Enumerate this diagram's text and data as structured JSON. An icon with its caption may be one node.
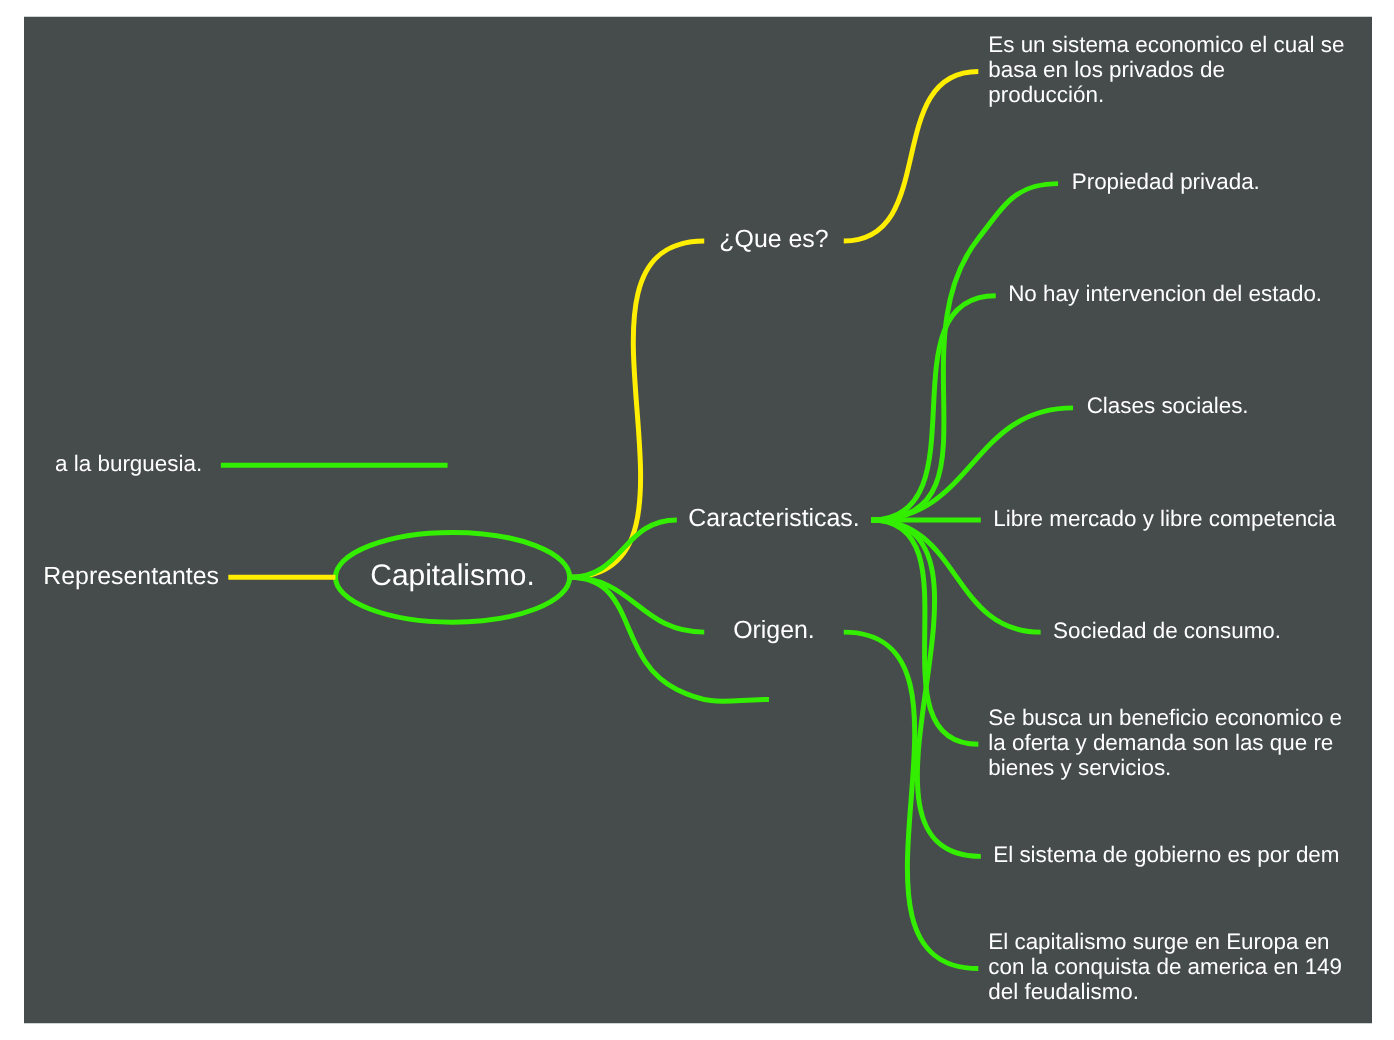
{
  "diagram": {
    "nodes": [
      {
        "text": [
          "Capitalismo."
        ]
      },
      {
        "text": [
          "¿Que es?"
        ]
      },
      {
        "text": [
          "Es un sistema economico el cual se basa en los privados de producción."
        ]
      },
      {
        "text": [
          "Caracteristicas."
        ]
      },
      {
        "text": [
          "Propiedad privada."
        ]
      },
      {
        "text": [
          "No hay intervencion del estado."
        ]
      },
      {
        "text": [
          "Clases sociales."
        ]
      },
      {
        "text": [
          "Libre mercado y libre competencia"
        ]
      },
      {
        "text": [
          "Sociedad de consumo."
        ]
      },
      {
        "text": [
          "Se busca un beneficio economico e la oferta y demanda son las que re bienes y servicios."
        ]
      },
      {
        "text": [
          "El sistema de gobierno es por dem"
        ]
      },
      {
        "text": [
          "Origen."
        ]
      },
      {
        "text": [
          "El capitalismo surge en Europa en con la conquista de america en 149 del feudalismo."
        ]
      },
      {
        "text": [
          "Representantes"
        ]
      },
      {
        "text": [
          "a la burguesia."
        ]
      }
    ],
    "edges": [
      {
        "from": 0,
        "to": 1,
        "arrow": "none",
        "color": "#ffee00"
      },
      {
        "from": 1,
        "to": 2,
        "arrow": "none",
        "color": "#ffee00"
      },
      {
        "from": 0,
        "to": 3,
        "arrow": "none"
      },
      {
        "from": 3,
        "to": 4,
        "arrow": "none"
      },
      {
        "from": 3,
        "to": 5,
        "arrow": "none"
      },
      {
        "from": 3,
        "to": 6,
        "arrow": "none"
      },
      {
        "from": 3,
        "to": 7,
        "arrow": "none"
      },
      {
        "from": 3,
        "to": 8,
        "arrow": "none"
      },
      {
        "from": 3,
        "to": 9,
        "arrow": "none"
      },
      {
        "from": 3,
        "to": 10,
        "arrow": "none"
      },
      {
        "from": 0,
        "to": 11,
        "arrow": "none"
      },
      {
        "from": 11,
        "to": 12,
        "arrow": "none"
      },
      {
        "from": 0,
        "to": 13,
        "arrow": "none",
        "color": "#ffee00"
      },
      {
        "from": 0,
        "to": null,
        "arrow": "none"
      },
      {
        "from": null,
        "to": 14,
        "arrow": "none"
      }
    ]
  }
}
